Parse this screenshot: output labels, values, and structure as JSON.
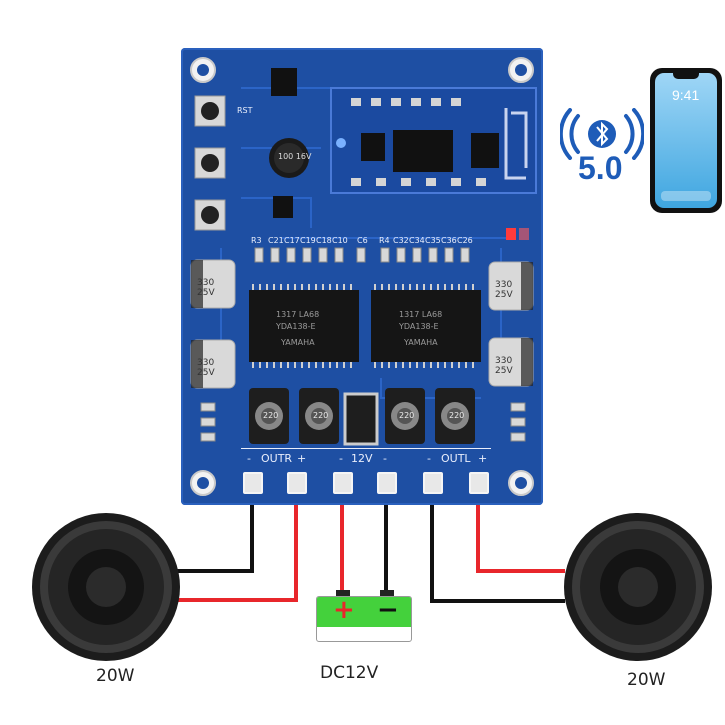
{
  "board": {
    "rst_label": "RST",
    "out_r_label": "OUTR",
    "power_label": "12V",
    "out_l_label": "OUTL",
    "minus": "-",
    "plus": "+",
    "chip_left": "YDA138-E",
    "chip_right": "YDA138-E",
    "chip_brand": "YAMAHA",
    "chip_code": "1317 LA68",
    "inductor_value": "220",
    "cap_text": "330 25V",
    "small_cap_text": "100 16V",
    "cap_labels": [
      "R3",
      "C21",
      "C17",
      "C19",
      "C18",
      "C10",
      "C6",
      "R4",
      "C32",
      "C34",
      "C35",
      "C36",
      "C26"
    ]
  },
  "bluetooth": {
    "version": "5.0",
    "phone_time": "9:41"
  },
  "speaker_left": {
    "label": "20W"
  },
  "speaker_right": {
    "label": "20W"
  },
  "battery": {
    "label": "DC12V",
    "plus": "+",
    "minus": "−"
  },
  "colors": {
    "pcb": "#1e4fa3",
    "wire_red": "#e8262b",
    "wire_black": "#111111",
    "battery_green": "#44d13c",
    "bt_blue": "#1e5cb8"
  }
}
